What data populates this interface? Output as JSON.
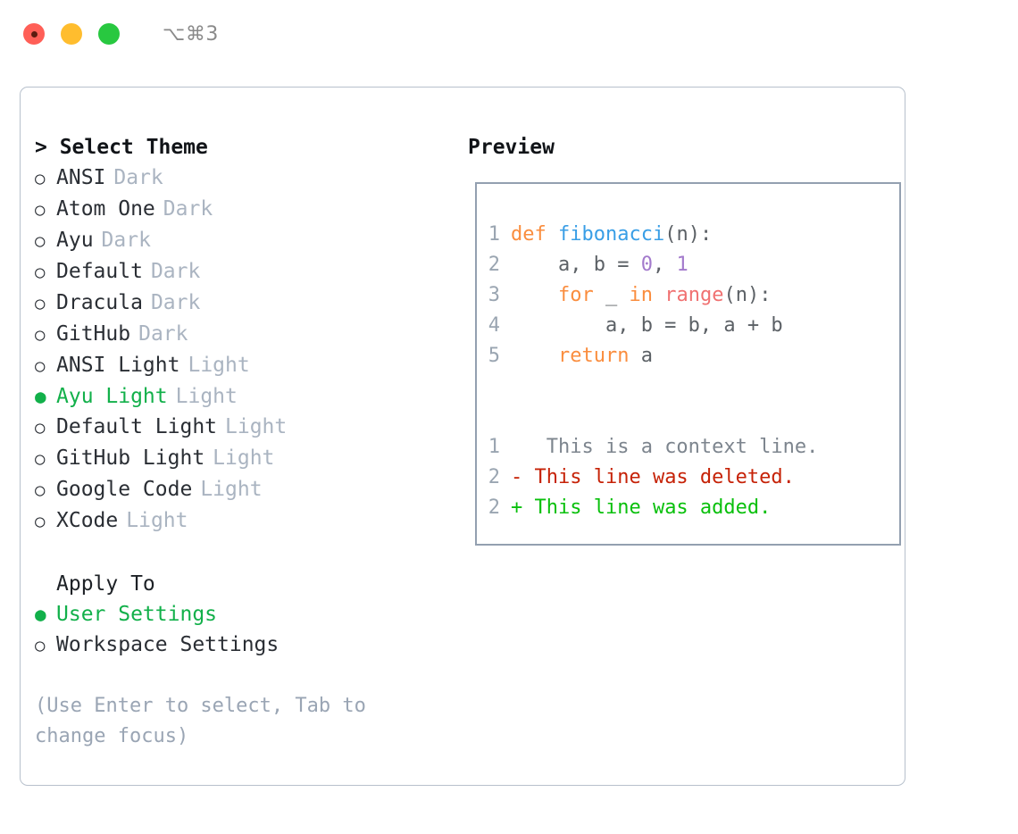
{
  "titlebar": {
    "shortcut": "⌥⌘3",
    "buttons": [
      {
        "name": "close",
        "color": "#ff5f57"
      },
      {
        "name": "minimize",
        "color": "#ffbd2e"
      },
      {
        "name": "zoom",
        "color": "#28c840"
      }
    ]
  },
  "theme_picker": {
    "heading": "> Select Theme",
    "items": [
      {
        "marker": "○",
        "label": "ANSI",
        "tag": "Dark",
        "selected": false
      },
      {
        "marker": "○",
        "label": "Atom One",
        "tag": "Dark",
        "selected": false
      },
      {
        "marker": "○",
        "label": "Ayu",
        "tag": "Dark",
        "selected": false
      },
      {
        "marker": "○",
        "label": "Default",
        "tag": "Dark",
        "selected": false
      },
      {
        "marker": "○",
        "label": "Dracula",
        "tag": "Dark",
        "selected": false
      },
      {
        "marker": "○",
        "label": "GitHub",
        "tag": "Dark",
        "selected": false
      },
      {
        "marker": "○",
        "label": "ANSI Light",
        "tag": "Light",
        "selected": false
      },
      {
        "marker": "●",
        "label": "Ayu Light",
        "tag": "Light",
        "selected": true
      },
      {
        "marker": "○",
        "label": "Default Light",
        "tag": "Light",
        "selected": false
      },
      {
        "marker": "○",
        "label": "GitHub Light",
        "tag": "Light",
        "selected": false
      },
      {
        "marker": "○",
        "label": "Google Code",
        "tag": "Light",
        "selected": false
      },
      {
        "marker": "○",
        "label": "XCode",
        "tag": "Light",
        "selected": false
      }
    ]
  },
  "apply_to": {
    "heading": "Apply To",
    "items": [
      {
        "marker": "●",
        "label": "User Settings",
        "selected": true
      },
      {
        "marker": "○",
        "label": "Workspace Settings",
        "selected": false
      }
    ]
  },
  "hint": "(Use Enter to select, Tab to change focus)",
  "preview": {
    "title": "Preview",
    "code_lines": [
      {
        "lineno": "1",
        "tokens": [
          {
            "t": "def",
            "c": "kw"
          },
          {
            "t": " ",
            "c": "pl"
          },
          {
            "t": "fibonacci",
            "c": "fn"
          },
          {
            "t": "(n):",
            "c": "pl"
          }
        ]
      },
      {
        "lineno": "2",
        "tokens": [
          {
            "t": "    a, b = ",
            "c": "pl"
          },
          {
            "t": "0",
            "c": "num"
          },
          {
            "t": ", ",
            "c": "pl"
          },
          {
            "t": "1",
            "c": "num"
          }
        ]
      },
      {
        "lineno": "3",
        "tokens": [
          {
            "t": "    ",
            "c": "pl"
          },
          {
            "t": "for",
            "c": "kw"
          },
          {
            "t": " _ ",
            "c": "pl"
          },
          {
            "t": "in",
            "c": "kw"
          },
          {
            "t": " ",
            "c": "pl"
          },
          {
            "t": "range",
            "c": "call"
          },
          {
            "t": "(n):",
            "c": "pl"
          }
        ]
      },
      {
        "lineno": "4",
        "tokens": [
          {
            "t": "        a, b = b, a + b",
            "c": "pl"
          }
        ]
      },
      {
        "lineno": "5",
        "tokens": [
          {
            "t": "    ",
            "c": "pl"
          },
          {
            "t": "return",
            "c": "kw"
          },
          {
            "t": " a",
            "c": "pl"
          }
        ]
      }
    ],
    "diff_lines": [
      {
        "lineno": "1",
        "marker": " ",
        "text": "  This is a context line.",
        "kind": "ctx"
      },
      {
        "lineno": "2",
        "marker": "-",
        "text": " This line was deleted.",
        "kind": "del"
      },
      {
        "lineno": "2",
        "marker": "+",
        "text": " This line was added.",
        "kind": "add"
      }
    ]
  },
  "colors": {
    "accent_green": "#12b04a",
    "keyword_orange": "#fa8d3e",
    "function_blue": "#399ee6",
    "number_purple": "#a37acc",
    "call_red": "#f07171",
    "diff_delete": "#c62207",
    "diff_add": "#09c00c",
    "muted_gray": "#aab4c1",
    "border": "#b7c0cc"
  }
}
